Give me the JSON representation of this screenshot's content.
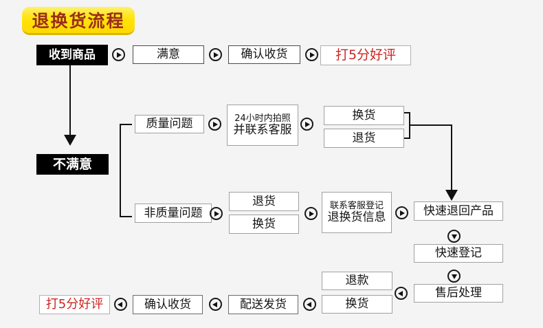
{
  "title": {
    "label": "退换货流程"
  },
  "flow": {
    "received": "收到商品",
    "satisfied": "满意",
    "confirm_top": "确认收货",
    "five_star_top": "打5分好评",
    "unsatisfied": "不满意",
    "quality": "质量问题",
    "photo24_line1": "24小时内拍照",
    "photo24_line2": "并联系客服",
    "q_exchange": "换货",
    "q_return": "退货",
    "non_quality": "非质量问题",
    "nq_return": "退货",
    "nq_exchange": "换货",
    "contact_line1": "联系客服登记",
    "contact_line2": "退换货信息",
    "fast_return": "快速退回产品",
    "fast_register": "快速登记",
    "after_sales": "售后处理",
    "refund": "退款",
    "bottom_exchange": "换货",
    "delivery": "配送发货",
    "confirm_bottom": "确认收货",
    "five_star_bottom": "打5分好评"
  },
  "colors": {
    "background": "#f4f4f5",
    "title_bg": "#ffe40a",
    "title_text": "#9a2d1c",
    "black_box": "#000000",
    "red_text": "#cc2420",
    "line": "#111111",
    "box_border_light": "#a0a0a0",
    "box_border_dark": "#4a4a4a"
  }
}
